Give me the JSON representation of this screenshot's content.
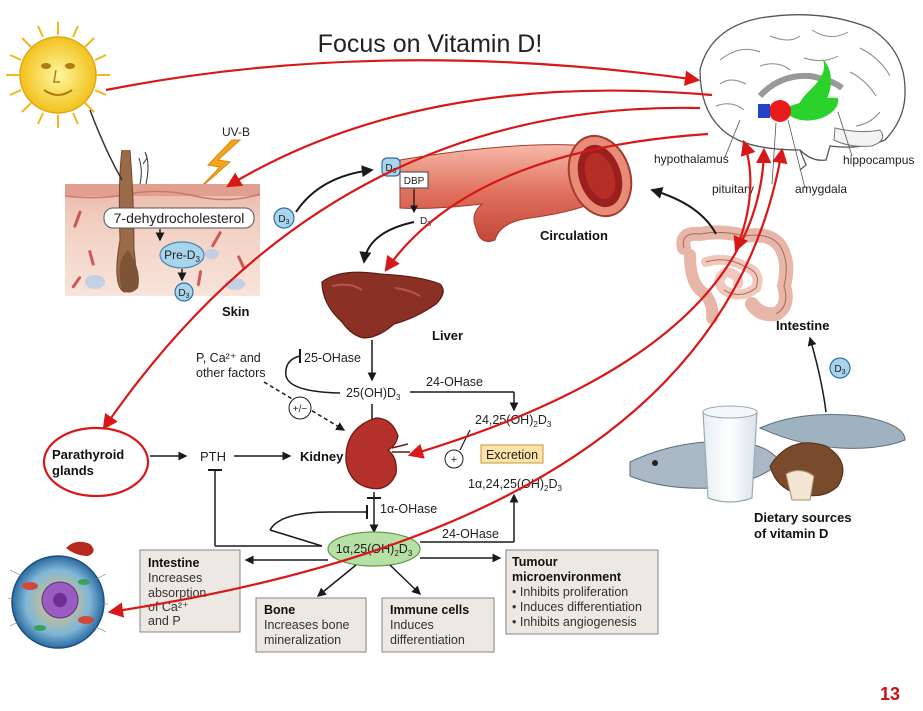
{
  "title": "Focus on Vitamin D!",
  "page_number": "13",
  "labels": {
    "uvb": "UV-B",
    "dehydro": "7-dehydrocholesterol",
    "pre_d3_a": "Pre-D",
    "pre_d3_b": "3",
    "d3_skin_a": "D",
    "d3_skin_b": "3",
    "d3_mid_a": "D",
    "d3_mid_b": "3",
    "d3_circ_a": "D",
    "d3_circ_b": "3",
    "dbp": "DBP",
    "d3_release_a": "D",
    "d3_release_b": "3",
    "d3_diet_a": "D",
    "d3_diet_b": "3",
    "skin": "Skin",
    "circulation": "Circulation",
    "liver": "Liver",
    "intestine": "Intestine",
    "dietary_1": "Dietary sources",
    "dietary_2": "of vitamin D",
    "hypothalamus": "hypothalamus",
    "hippocampus": "hippocampus",
    "pituitary": "pituitary",
    "amygdala": "amygdala",
    "factors_1": "P, Ca²⁺ and",
    "factors_2": "other factors",
    "ohase25": "25-OHase",
    "ohd3_a": "25(OH)D",
    "ohd3_b": "3",
    "ohase24_top": "24-OHase",
    "oh2d3_2425_a": "24,25(OH)",
    "oh2d3_2425_b": "2",
    "oh2d3_2425_c": "D",
    "oh2d3_2425_d": "3",
    "plus_minus": "+/−",
    "plus": "+",
    "excretion": "Excretion",
    "oh2d3_1a24_a": "1α,24,25(OH)",
    "oh2d3_1a24_b": "2",
    "oh2d3_1a24_c": "D",
    "oh2d3_1a24_d": "3",
    "parathyroid_1": "Parathyroid",
    "parathyroid_2": "glands",
    "pth": "PTH",
    "kidney": "Kidney",
    "ohase1a": "1α-OHase",
    "ohase24_bottom": "24-OHase",
    "calcitriol_a": "1α,25(OH)",
    "calcitriol_b": "2",
    "calcitriol_c": "D",
    "calcitriol_d": "3"
  },
  "boxes": {
    "intestine": {
      "title": "Intestine",
      "lines": [
        "Increases",
        "absorption",
        "of Ca²⁺",
        "and P"
      ]
    },
    "bone": {
      "title": "Bone",
      "lines": [
        "Increases bone",
        "mineralization"
      ]
    },
    "immune": {
      "title": "Immune cells",
      "lines": [
        "Induces",
        "differentiation"
      ]
    },
    "tumour": {
      "title_1": "Tumour",
      "title_2": "microenvironment",
      "lines": [
        "• Inhibits proliferation",
        "• Induces differentiation",
        "• Inhibits angiogenesis"
      ]
    }
  },
  "colors": {
    "red_arrow": "#d81818",
    "black_arrow": "#1a1a1a",
    "liver": "#8a3024",
    "kidney": "#b4302a",
    "calcitriol_fill": "#b7e0a6",
    "badge_fill": "#a8d4ec",
    "box_fill": "#ece8e3",
    "excretion_fill": "#fde3a7",
    "page_number": "#cc1111"
  }
}
